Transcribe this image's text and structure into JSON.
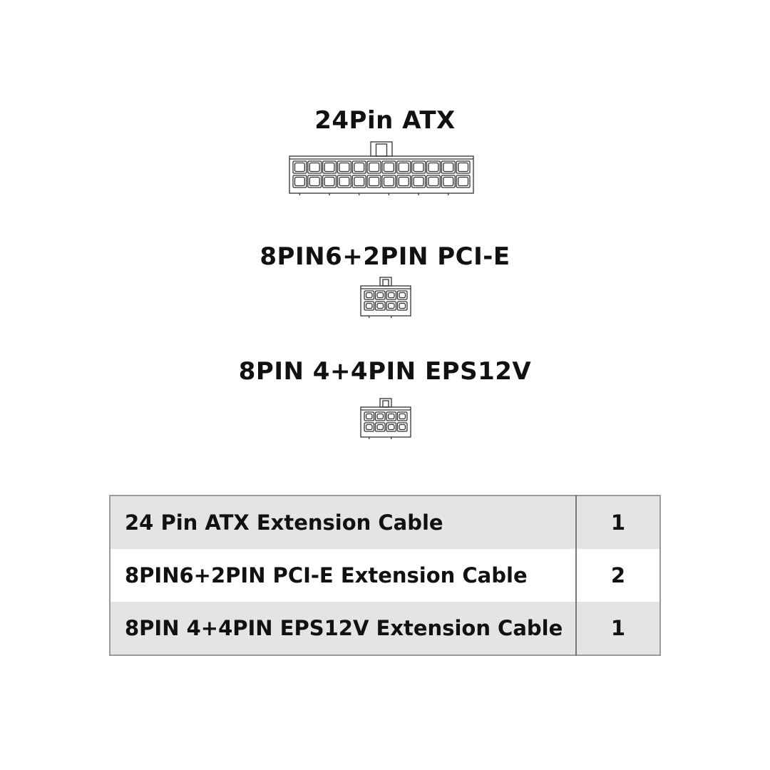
{
  "connectors": [
    {
      "label": "24Pin ATX"
    },
    {
      "label": "8PIN6+2PIN PCI-E"
    },
    {
      "label": "8PIN 4+4PIN EPS12V"
    }
  ],
  "table": {
    "rows": [
      {
        "name": "24 Pin ATX Extension Cable",
        "qty": "1"
      },
      {
        "name": "8PIN6+2PIN PCI-E Extension Cable",
        "qty": "2"
      },
      {
        "name": "8PIN 4+4PIN EPS12V Extension Cable",
        "qty": "1"
      }
    ]
  },
  "colors": {
    "text": "#111111",
    "shaded_row": "#e4e4e4",
    "border": "#9a9a9a",
    "line_art": "#333333"
  },
  "icons": [
    "atx-24pin-connector-icon",
    "pcie-8pin-connector-icon",
    "eps-8pin-connector-icon"
  ]
}
